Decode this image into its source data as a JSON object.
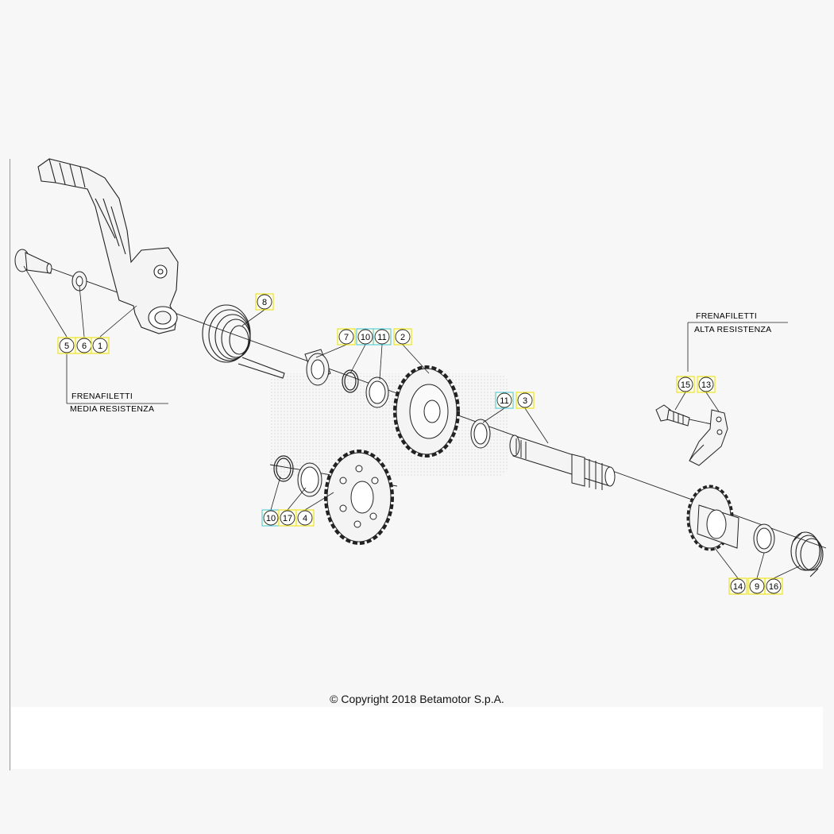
{
  "colors": {
    "yellow_ring": "#e8e000",
    "cyan_ring": "#3cc6d8",
    "callout_fill": "#fffde6",
    "line": "#222222",
    "watermark": "#d8d8d8"
  },
  "notes": {
    "left": {
      "line1": "FRENAFILETTI",
      "line2": "MEDIA RESISTENZA"
    },
    "right": {
      "line1": "FRENAFILETTI",
      "line2": "ALTA RESISTENZA"
    }
  },
  "callouts": [
    {
      "label": "5",
      "ring": "yellow"
    },
    {
      "label": "6",
      "ring": "yellow"
    },
    {
      "label": "1",
      "ring": "yellow"
    },
    {
      "label": "8",
      "ring": "yellow"
    },
    {
      "label": "7",
      "ring": "yellow"
    },
    {
      "label": "10",
      "ring": "cyan"
    },
    {
      "label": "11",
      "ring": "cyan"
    },
    {
      "label": "2",
      "ring": "yellow"
    },
    {
      "label": "11",
      "ring": "cyan"
    },
    {
      "label": "3",
      "ring": "yellow"
    },
    {
      "label": "10",
      "ring": "cyan"
    },
    {
      "label": "17",
      "ring": "yellow"
    },
    {
      "label": "4",
      "ring": "yellow"
    },
    {
      "label": "15",
      "ring": "yellow"
    },
    {
      "label": "13",
      "ring": "yellow"
    },
    {
      "label": "14",
      "ring": "yellow"
    },
    {
      "label": "9",
      "ring": "yellow"
    },
    {
      "label": "16",
      "ring": "yellow"
    }
  ],
  "copyright": "© Copyright 2018 Betamotor S.p.A."
}
